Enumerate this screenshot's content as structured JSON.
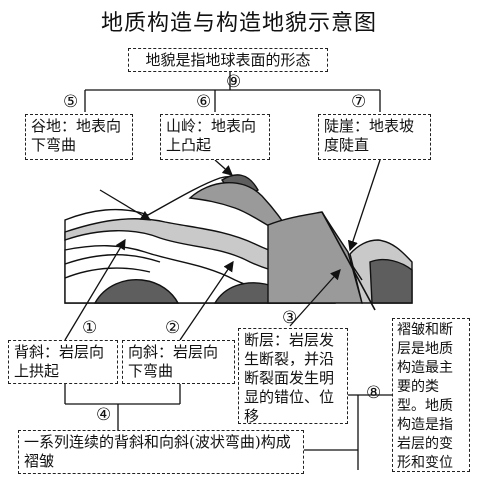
{
  "title": "地质构造与构造地貌示意图",
  "landform_definition": "地貌是指地球表面的形态",
  "markers": {
    "m1": "①",
    "m2": "②",
    "m3": "③",
    "m4": "④",
    "m5": "⑤",
    "m6": "⑥",
    "m7": "⑦",
    "m8": "⑧",
    "m9": "⑨"
  },
  "landforms": {
    "valley": "谷地：地表向下弯曲",
    "ridge": "山岭：地表向上凸起",
    "cliff": "陡崖：地表坡度陡直"
  },
  "structures": {
    "anticline": "背斜：岩层向上拱起",
    "syncline": "向斜：岩层向下弯曲",
    "fault": "断层：岩层发生断裂，并沿断裂面发生明显的错位、位移"
  },
  "fold_definition": "一系列连续的背斜和向斜(波状弯曲)构成褶皱",
  "summary": "褶皱和断层是地质构造最主要的类型。地质构造是指岩层的变形和变位",
  "colors": {
    "dark": "#5e5e5e",
    "medium": "#9a9a9a",
    "light": "#c9c9c9",
    "white": "#ffffff"
  }
}
